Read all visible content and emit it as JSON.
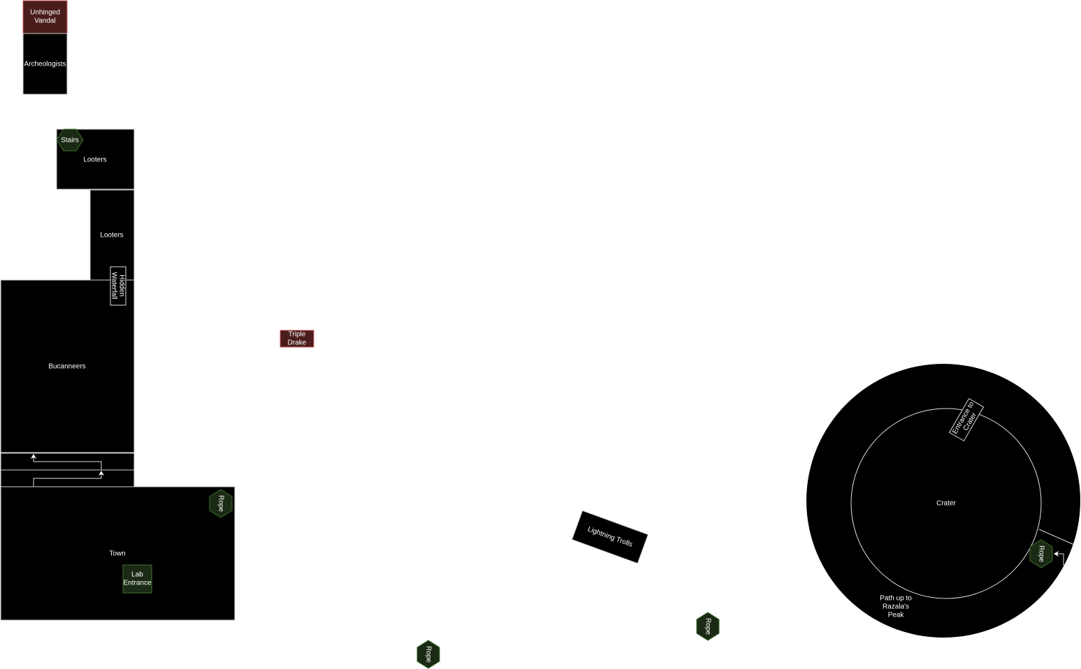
{
  "colors": {
    "room": "#000000",
    "enemy_fill": "#4a1c1c",
    "enemy_stroke": "#d06060",
    "connector_fill": "#1a2a14",
    "connector_stroke": "#3f7030"
  },
  "nodes": {
    "unhinged_vandal": [
      "Unhinged",
      "Vandal"
    ],
    "archeologists": "Archeologists",
    "stairs": "Stairs",
    "looters_upper": "Looters",
    "looters_lower": "Looters",
    "hidden_waterfall": [
      "Hidden",
      "Waterfall"
    ],
    "bucanneers": "Bucanneers",
    "town": "Town",
    "rope_town": "Rope",
    "lab_entrance": [
      "Lab",
      "Entrance"
    ],
    "triple_drake": [
      "Triple",
      "Drake"
    ],
    "lightning_trolls": "Lightning Trolls",
    "rope_mid": "Rope",
    "rope_bottom": "Rope",
    "crater": "Crater",
    "entrance_to_crater": [
      "Entrance to",
      "Crater"
    ],
    "rope_crater": "Rope",
    "path_to_peak": [
      "Path up to",
      "Razala's",
      "Peak"
    ]
  }
}
